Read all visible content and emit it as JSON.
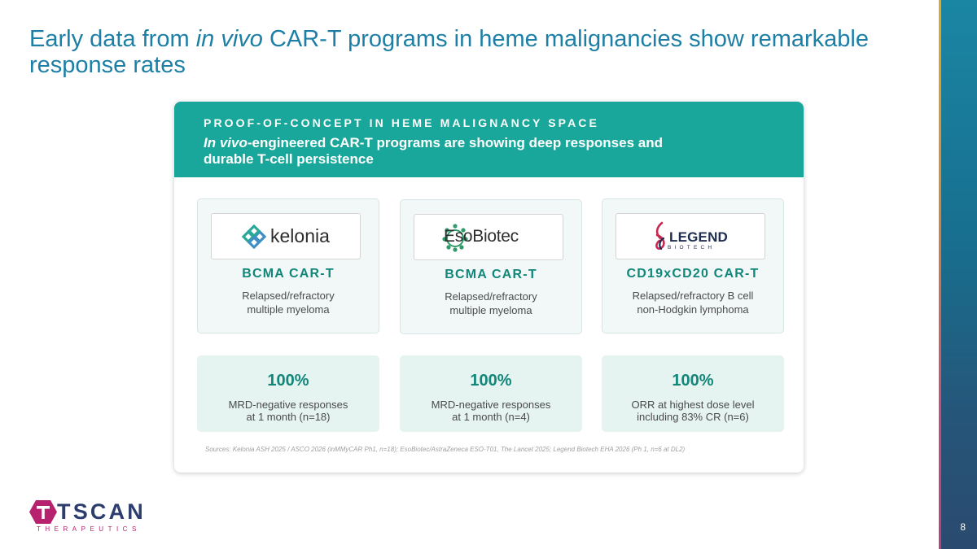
{
  "slide": {
    "title_pre": "Early data from ",
    "title_italic": "in vivo",
    "title_post": " CAR-T programs in heme malignancies show remarkable response rates",
    "page_number": "8"
  },
  "card": {
    "eyebrow": "PROOF-OF-CONCEPT IN HEME MALIGNANCY SPACE",
    "headline_italic": "In vivo",
    "headline_rest": "-engineered CAR-T programs are showing deep responses and durable T-cell persistence",
    "sources": "Sources: Kelonia ASH 2025 / ASCO 2026 (inMMyCAR Ph1, n=18); EsoBiotec/AstraZeneca ESO-T01, The Lancet 2025; Legend Biotech EHA 2026 (Ph 1, n=6 at DL2)"
  },
  "programs": [
    {
      "company": "kelonia",
      "logo_icon": "kelonia-logo-icon",
      "target": "BCMA CAR-T",
      "indication_line1": "Relapsed/refractory",
      "indication_line2": "multiple myeloma",
      "stat_value": "100%",
      "stat_line1": "MRD-negative responses",
      "stat_line2": "at 1 month (n=18)"
    },
    {
      "company": "EsoBiotec",
      "logo_icon": "esobiotec-logo-icon",
      "target": "BCMA CAR-T",
      "indication_line1": "Relapsed/refractory",
      "indication_line2": "multiple myeloma",
      "stat_value": "100%",
      "stat_line1": "MRD-negative responses",
      "stat_line2": "at 1 month (n=4)"
    },
    {
      "company": "LEGEND",
      "company_sub": "BIOTECH",
      "logo_icon": "legend-logo-icon",
      "target": "CD19xCD20 CAR-T",
      "indication_line1": "Relapsed/refractory B cell",
      "indication_line2": "non-Hodgkin lymphoma",
      "stat_value": "100%",
      "stat_line1": "ORR at highest dose level",
      "stat_line2": "including 83% CR (n=6)"
    }
  ],
  "brand": {
    "name": "TSCAN",
    "tagline": "THERAPEUTICS",
    "logo_icon": "tscan-hexagon-logo-icon",
    "colors": {
      "title_blue": "#1d7fa6",
      "teal": "#18a79a",
      "dark_teal": "#13867a",
      "navy": "#2d3e6e",
      "magenta": "#b7226e"
    }
  }
}
